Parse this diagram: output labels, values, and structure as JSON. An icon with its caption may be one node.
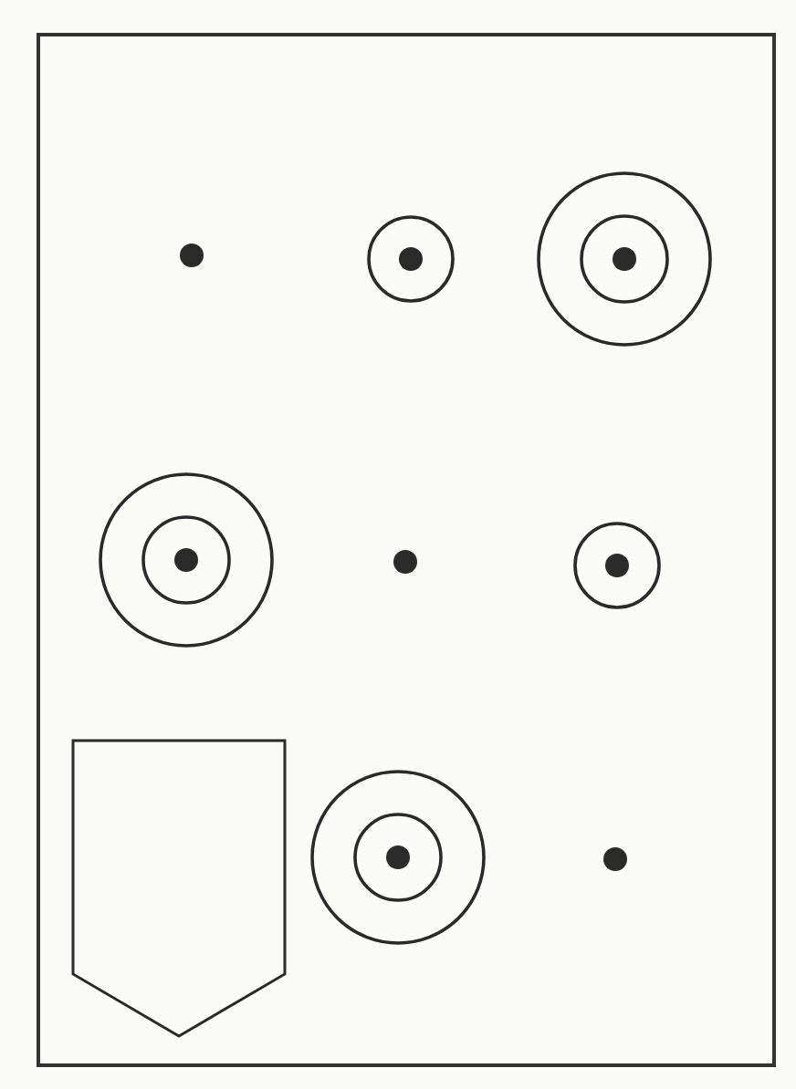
{
  "diagram": {
    "nodes": [
      {
        "text": [],
        "shape": "dot"
      },
      {
        "text": [],
        "shape": "circle"
      },
      {
        "text": [],
        "shape": "target"
      },
      {
        "text": [],
        "shape": "target"
      },
      {
        "text": [],
        "shape": "dot"
      },
      {
        "text": [],
        "shape": "circle"
      },
      {
        "text": [],
        "shape": "shield"
      },
      {
        "text": [],
        "shape": "target"
      },
      {
        "text": [],
        "shape": "dot"
      }
    ]
  }
}
